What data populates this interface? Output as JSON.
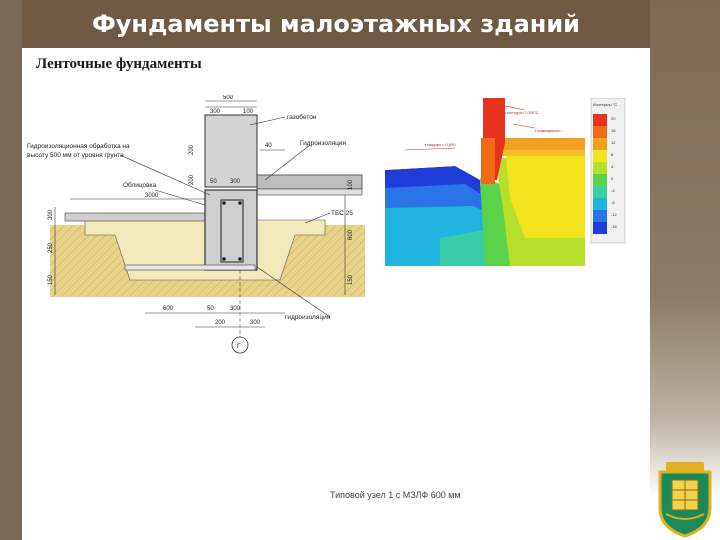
{
  "header": {
    "title": "Фундаменты малоэтажных зданий"
  },
  "subtitle": "Ленточные фундаменты",
  "drawing": {
    "labels": {
      "gazobeton": "газобетон",
      "gidroizolyaciya": "Гидроизоляция",
      "gidro_obrabotka_1": "Гидроизоляционная обработка на",
      "gidro_obrabotka_2": "высоту 500 мм от уровня грунта",
      "oblicovka": "Облицовка",
      "tbs": "ТБС 25",
      "gidro_bottom": "гидроизоляция",
      "axis": "Г"
    },
    "dims": {
      "d500": "500",
      "d300a": "300",
      "d100": "100",
      "d200a": "200",
      "d40": "40",
      "d200b": "200",
      "d50": "50",
      "d300b": "300",
      "d3000": "3000",
      "d300c": "300",
      "d250": "250",
      "d150a": "150",
      "d600a": "600",
      "d150b": "150",
      "d100b": "100",
      "d600b": "600",
      "d50b": "50",
      "d300d": "300",
      "d200c": "200",
      "d300e": "300"
    }
  },
  "heatmap": {
    "label_a": "t контура=7,000°C",
    "label_b": "t помещения=...",
    "label_c": "t наружн.=-0,000",
    "scale_title": "Изотермы °С",
    "scale_values": [
      "20",
      "16",
      "12",
      "8",
      "4",
      "0",
      "-4",
      "-8",
      "-12",
      "-16"
    ]
  },
  "caption": "Типовой узел 1 с МЗЛФ 600 мм",
  "colors": {
    "title_bg": "#6e5a43",
    "left_bar": "#7a6a55",
    "concrete": "#d4d4d4",
    "soil": "#e8d48a",
    "sand": "#f3eabb",
    "heat_red": "#e8341c",
    "heat_blue": "#1f3bd8"
  }
}
